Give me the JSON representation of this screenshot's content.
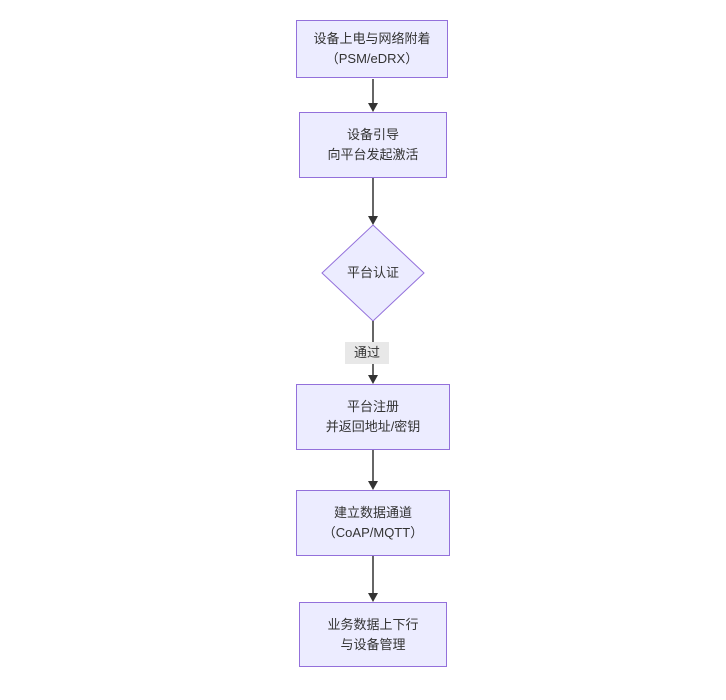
{
  "colors": {
    "background": "#ffffff",
    "node_fill": "#ECECFF",
    "node_border": "#9370DB",
    "text": "#333333",
    "edge": "#333333",
    "edge_label_bg": "#e8e8e8"
  },
  "flowchart": {
    "nodes": [
      {
        "type": "process",
        "lines": [
          "设备上电与网络附着",
          "（PSM/eDRX）"
        ]
      },
      {
        "type": "process",
        "lines": [
          "设备引导",
          "向平台发起激活"
        ]
      },
      {
        "type": "decision",
        "lines": [
          "平台认证"
        ]
      },
      {
        "type": "process",
        "lines": [
          "平台注册",
          "并返回地址/密钥"
        ]
      },
      {
        "type": "process",
        "lines": [
          "建立数据通道",
          "（CoAP/MQTT）"
        ]
      },
      {
        "type": "process",
        "lines": [
          "业务数据上下行",
          "与设备管理"
        ]
      }
    ],
    "edge_labels": [
      "通过"
    ]
  }
}
